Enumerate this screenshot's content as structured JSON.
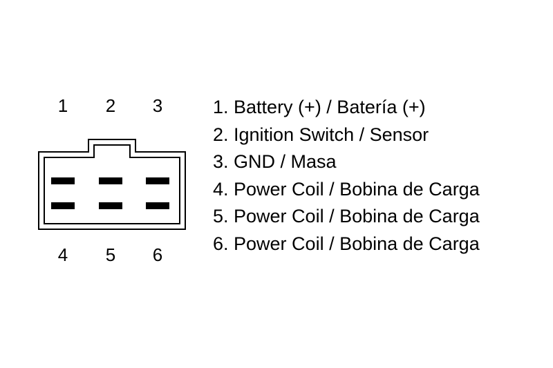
{
  "connector": {
    "top_pin_labels": [
      "1",
      "2",
      "3"
    ],
    "bottom_pin_labels": [
      "4",
      "5",
      "6"
    ]
  },
  "legend": {
    "items": [
      {
        "text": "1. Battery (+) / Batería (+)"
      },
      {
        "text": "2. Ignition Switch / Sensor"
      },
      {
        "text": "3. GND / Masa"
      },
      {
        "text": "4. Power Coil / Bobina de Carga"
      },
      {
        "text": "5. Power Coil / Bobina de Carga"
      },
      {
        "text": "6. Power Coil / Bobina de Carga"
      }
    ]
  },
  "colors": {
    "foreground": "#000000",
    "background": "#ffffff"
  }
}
